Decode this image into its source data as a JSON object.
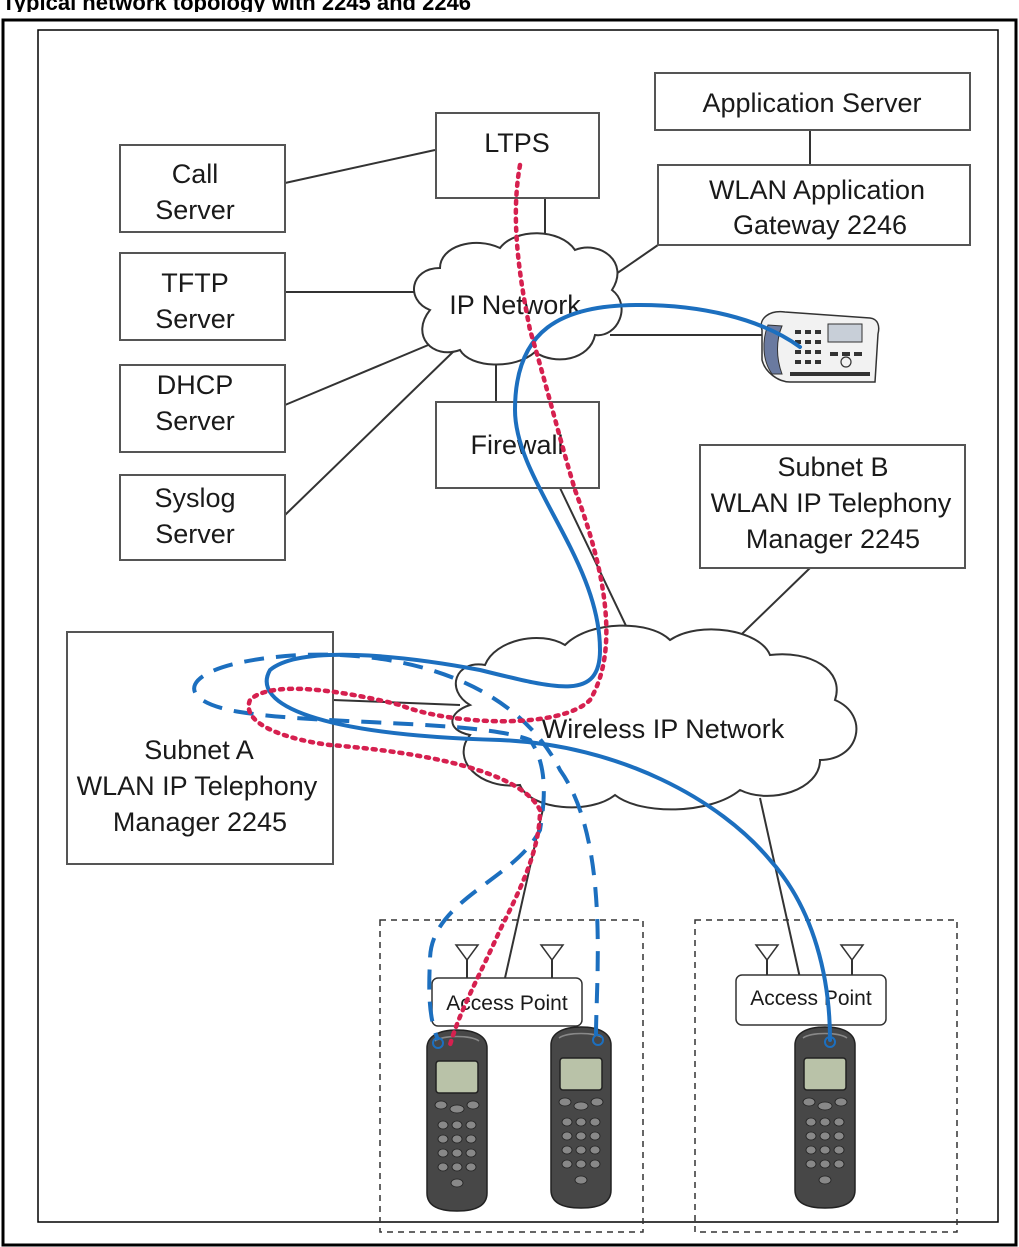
{
  "header": {
    "title": "Typical network topology with 2245 and 2246"
  },
  "nodes": {
    "ltps": "LTPS",
    "call_server": [
      "Call",
      "Server"
    ],
    "tftp_server": [
      "TFTP",
      "Server"
    ],
    "dhcp_server": [
      "DHCP",
      "Server"
    ],
    "syslog_server": [
      "Syslog",
      "Server"
    ],
    "application_server": "Application Server",
    "wlan_app_gateway": [
      "WLAN Application",
      "Gateway 2246"
    ],
    "ip_network": "IP Network",
    "firewall": "Firewall",
    "subnet_b": [
      "Subnet B",
      "WLAN IP Telephony",
      "Manager 2245"
    ],
    "subnet_a": [
      "Subnet A",
      "WLAN IP Telephony",
      "Manager 2245"
    ],
    "wireless_ip_network": "Wireless IP Network",
    "access_point_1": "Access Point",
    "access_point_2": "Access Point"
  },
  "colors": {
    "blue_path": "#1c6fbf",
    "red_path": "#d6204f",
    "phone_body": "#4a4a4a"
  }
}
